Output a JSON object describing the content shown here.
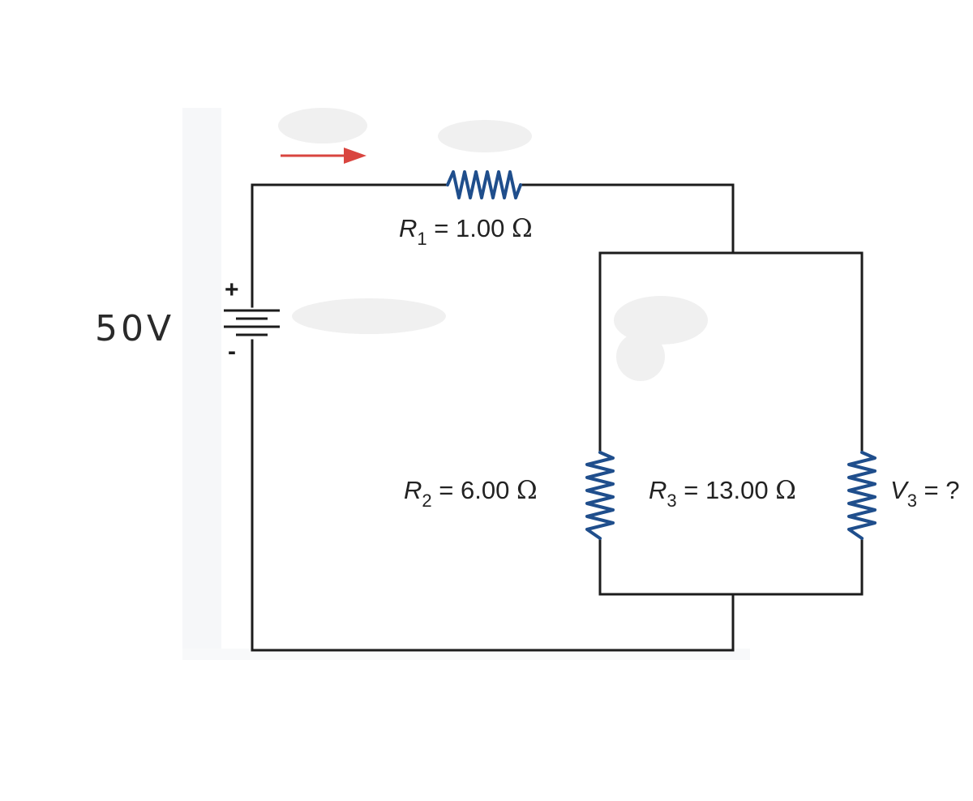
{
  "source": {
    "voltage_label": "50V",
    "plus_sign": "+",
    "minus_sign": "-"
  },
  "resistors": [
    {
      "symbol": "R",
      "subscript": "1",
      "equals": " = ",
      "value": "1.00",
      "unit": "Ω"
    },
    {
      "symbol": "R",
      "subscript": "2",
      "equals": " = ",
      "value": "6.00",
      "unit": "Ω"
    },
    {
      "symbol": "R",
      "subscript": "3",
      "equals": " = ",
      "value": "13.00",
      "unit": "Ω"
    }
  ],
  "unknown": {
    "symbol": "V",
    "subscript": "3",
    "equals": " = ",
    "value": "?"
  },
  "colors": {
    "wire": "#1c1c1c",
    "resistor": "#1f4e8c",
    "current_arrow": "#d9453f",
    "background_panel": "#f6f7f9"
  }
}
